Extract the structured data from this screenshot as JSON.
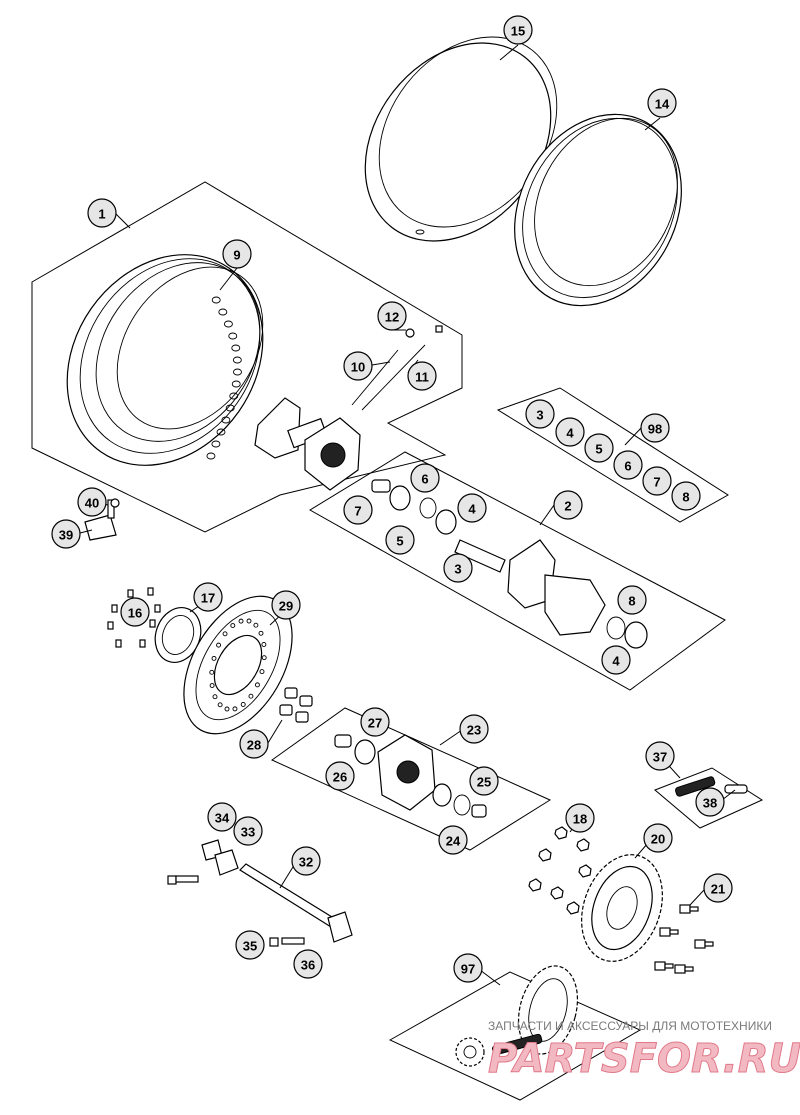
{
  "callouts": [
    "1",
    "2",
    "3",
    "4",
    "5",
    "6",
    "7",
    "8",
    "9",
    "10",
    "11",
    "12",
    "14",
    "15",
    "16",
    "17",
    "18",
    "20",
    "21",
    "23",
    "24",
    "25",
    "26",
    "27",
    "28",
    "29",
    "32",
    "33",
    "34",
    "35",
    "36",
    "37",
    "38",
    "39",
    "40",
    "97",
    "98"
  ],
  "kit_98": [
    "3",
    "4",
    "5",
    "6",
    "7",
    "8"
  ],
  "kit_2": [
    "7",
    "6",
    "5",
    "4",
    "3",
    "8",
    "4"
  ],
  "watermark": {
    "caption": "ЗАПЧАСТИ И АКСЕССУАРЫ ДЛЯ МОТОТЕХНИКИ",
    "logo": "PARTSFOR.RU"
  }
}
